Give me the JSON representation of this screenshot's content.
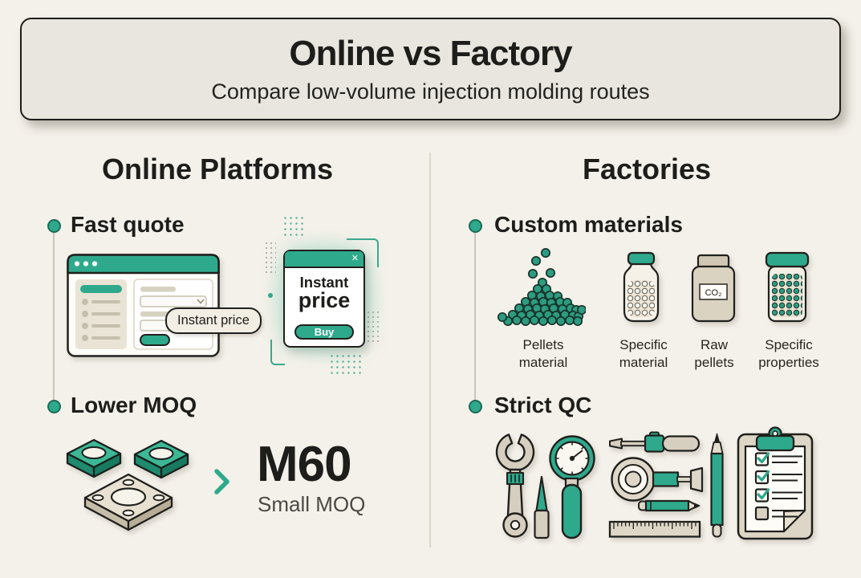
{
  "header": {
    "title": "Online vs Factory",
    "subtitle": "Compare low-volume injection molding routes"
  },
  "left_column": {
    "title": "Online Platforms",
    "fast_quote": {
      "label": "Fast quote",
      "tooltip": "Instant price",
      "popup": {
        "line1": "Instant",
        "line2": "price",
        "buy_label": "Buy",
        "close": "✕"
      }
    },
    "lower_moq": {
      "label": "Lower MOQ",
      "value": "M60",
      "caption": "Small MOQ"
    }
  },
  "right_column": {
    "title": "Factories",
    "custom_materials": {
      "label": "Custom materials",
      "items": [
        {
          "caption": "Pellets material"
        },
        {
          "caption": "Specific material"
        },
        {
          "caption": "Raw pellets",
          "can_label": "CO₂"
        },
        {
          "caption": "Specific properties"
        }
      ]
    },
    "strict_qc": {
      "label": "Strict QC"
    }
  },
  "colors": {
    "accent_green": "#2fa98c",
    "outline": "#1d1d1b",
    "background": "#f4f1ea",
    "header_panel": "#e9e6df",
    "tool_beige": "#d6cfc0"
  }
}
